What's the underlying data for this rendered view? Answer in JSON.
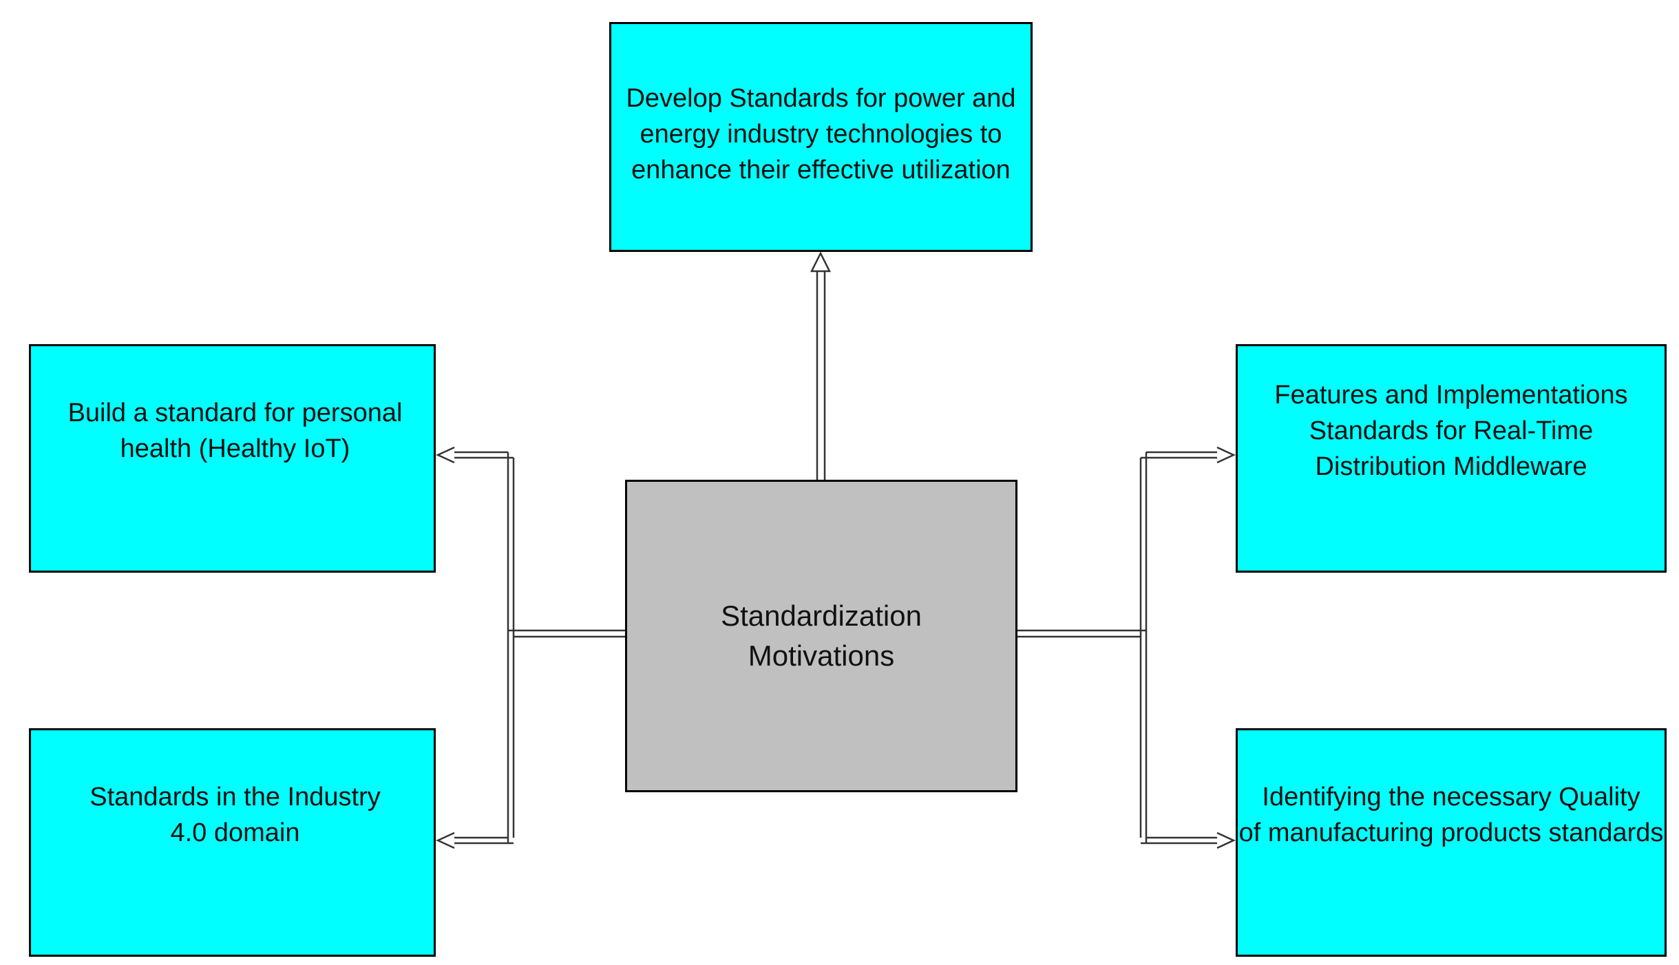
{
  "diagram": {
    "center": {
      "label": "Standardization\nMotivations",
      "fill": "#c0c0c0"
    },
    "nodes": {
      "top": {
        "label": "Develop Standards for power and\nenergy industry technologies to\nenhance their effective utilization"
      },
      "top_left": {
        "label": "Build a standard for personal\nhealth (Healthy IoT)"
      },
      "bottom_left": {
        "label": "Standards in the Industry\n4.0 domain"
      },
      "top_right": {
        "label": "Features and Implementations\nStandards for Real-Time\nDistribution Middleware"
      },
      "bottom_right": {
        "label": "Identifying the necessary Quality\nof manufacturing products standards"
      }
    },
    "node_fill": "#00ffff",
    "edges": [
      {
        "from": "Standardization Motivations",
        "to": "Develop Standards for power and energy industry technologies to enhance their effective utilization"
      },
      {
        "from": "Standardization Motivations",
        "to": "Build a standard for personal health (Healthy IoT)"
      },
      {
        "from": "Standardization Motivations",
        "to": "Standards in the Industry 4.0 domain"
      },
      {
        "from": "Standardization Motivations",
        "to": "Features and Implementations Standards for Real-Time Distribution Middleware"
      },
      {
        "from": "Standardization Motivations",
        "to": "Identifying the necessary Quality of manufacturing products standards"
      }
    ],
    "edge_style": "double-line open arrow"
  }
}
